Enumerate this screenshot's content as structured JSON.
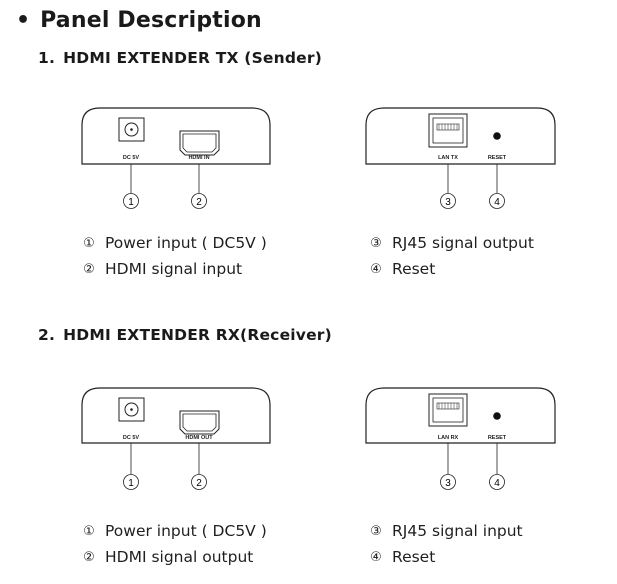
{
  "header": {
    "bullet": "•",
    "title": "Panel Description"
  },
  "sections": [
    {
      "number": "1.",
      "title": "HDMI EXTENDER TX (Sender)",
      "left_panel": {
        "labels": [
          "DC 5V",
          "HDMI IN"
        ],
        "callouts": [
          "1",
          "2"
        ]
      },
      "right_panel": {
        "labels": [
          "LAN TX",
          "RESET"
        ],
        "callouts": [
          "3",
          "4"
        ]
      },
      "legend": [
        {
          "mark": "①",
          "text": "Power input ( DC5V )"
        },
        {
          "mark": "②",
          "text": "HDMI signal input"
        },
        {
          "mark": "③",
          "text": "RJ45 signal output"
        },
        {
          "mark": "④",
          "text": "Reset"
        }
      ]
    },
    {
      "number": "2.",
      "title": "HDMI EXTENDER RX(Receiver)",
      "left_panel": {
        "labels": [
          "DC 5V",
          "HDMI OUT"
        ],
        "callouts": [
          "1",
          "2"
        ]
      },
      "right_panel": {
        "labels": [
          "LAN RX",
          "RESET"
        ],
        "callouts": [
          "3",
          "4"
        ]
      },
      "legend": [
        {
          "mark": "①",
          "text": "Power input ( DC5V )"
        },
        {
          "mark": "②",
          "text": "HDMI signal output"
        },
        {
          "mark": "③",
          "text": "RJ45 signal input"
        },
        {
          "mark": "④",
          "text": "Reset"
        }
      ]
    }
  ]
}
